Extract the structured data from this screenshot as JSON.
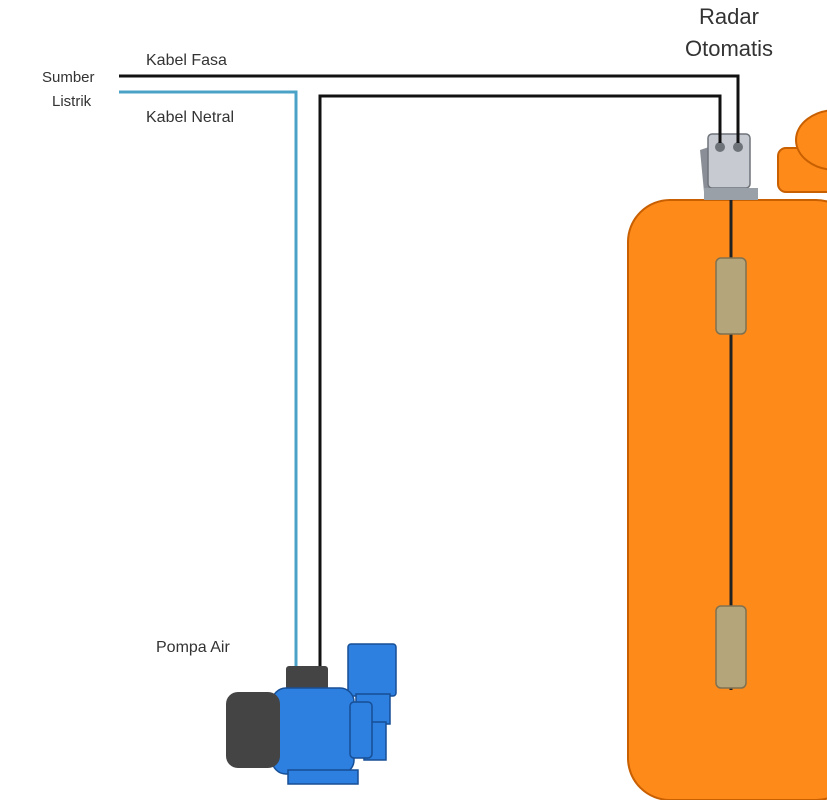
{
  "labels": {
    "source_line1": "Sumber",
    "source_line2": "Listrik",
    "phase_cable": "Kabel Fasa",
    "neutral_cable": "Kabel Netral",
    "radar_line1": "Radar",
    "radar_line2": "Otomatis",
    "pump": "Pompa Air"
  },
  "colors": {
    "phase_wire": "#111111",
    "neutral_wire": "#4aa3c7",
    "tank": "#fe8a1a",
    "tank_outline": "#c85f00",
    "pump_body": "#2d7fe0",
    "pump_motor_cap": "#444444",
    "float": "#b5a57b"
  },
  "icons": {
    "pump": "water-pump-icon",
    "switch": "float-switch-head-icon",
    "tank": "water-tank-icon"
  }
}
